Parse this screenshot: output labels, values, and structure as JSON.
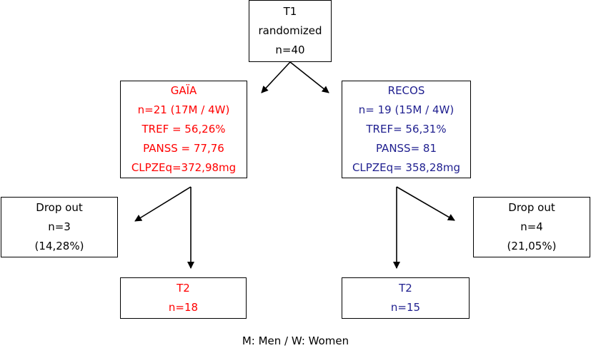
{
  "t1": {
    "title": "T1",
    "status": "randomized",
    "n": "n=40"
  },
  "gaia": {
    "name": "GAÏA",
    "n": "n=21 (17M / 4W)",
    "tref": "TREF = 56,26%",
    "panss": "PANSS = 77,76",
    "clpz": "CLPZEq=372,98mg",
    "color": "#ff0000"
  },
  "recos": {
    "name": "RECOS",
    "n": "n= 19 (15M / 4W)",
    "tref": "TREF= 56,31%",
    "panss": "PANSS= 81",
    "clpz": "CLPZEq= 358,28mg",
    "color": "#1f1f8f"
  },
  "dropout_left": {
    "label": "Drop out",
    "n": "n=3",
    "pct": "(14,28%)"
  },
  "dropout_right": {
    "label": "Drop out",
    "n": "n=4",
    "pct": "(21,05%)"
  },
  "t2_left": {
    "title": "T2",
    "n": "n=18"
  },
  "t2_right": {
    "title": "T2",
    "n": "n=15"
  },
  "footer": {
    "legend": "M: Men / W: Women"
  }
}
